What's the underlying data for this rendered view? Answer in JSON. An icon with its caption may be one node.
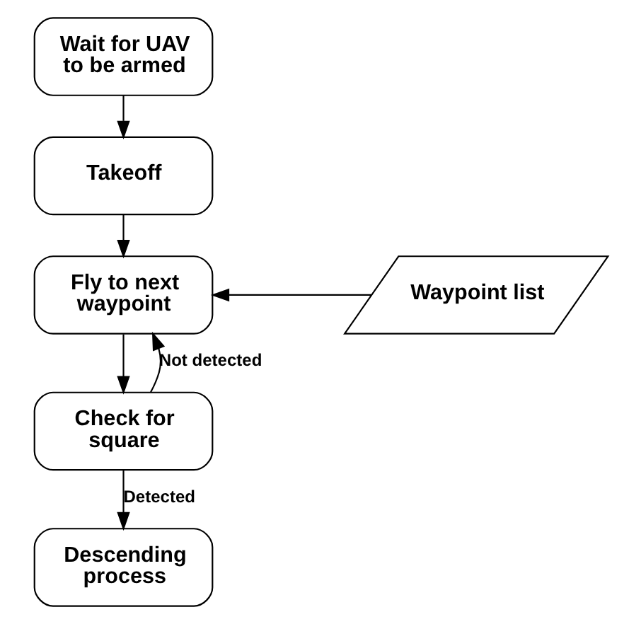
{
  "diagram": {
    "nodes": [
      {
        "text": [
          "Wait for UAV to be armed"
        ]
      },
      {
        "text": [
          "Takeoff"
        ]
      },
      {
        "text": [
          "Fly to next waypoint"
        ]
      },
      {
        "text": [
          "Check for square"
        ]
      },
      {
        "text": [
          "Descending process"
        ]
      },
      {
        "text": [
          "Waypoint list"
        ]
      }
    ],
    "edges": [
      {
        "from": 0,
        "to": 1,
        "arrow": "to"
      },
      {
        "from": 1,
        "to": 2,
        "arrow": "to"
      },
      {
        "from": 5,
        "to": 2,
        "arrow": "to"
      },
      {
        "from": 2,
        "to": 3,
        "arrow": "to"
      },
      {
        "from": 3,
        "to": 2,
        "arrow": "to",
        "label": "Not detected"
      },
      {
        "from": 3,
        "to": 4,
        "arrow": "to",
        "label": "Detected"
      }
    ]
  }
}
